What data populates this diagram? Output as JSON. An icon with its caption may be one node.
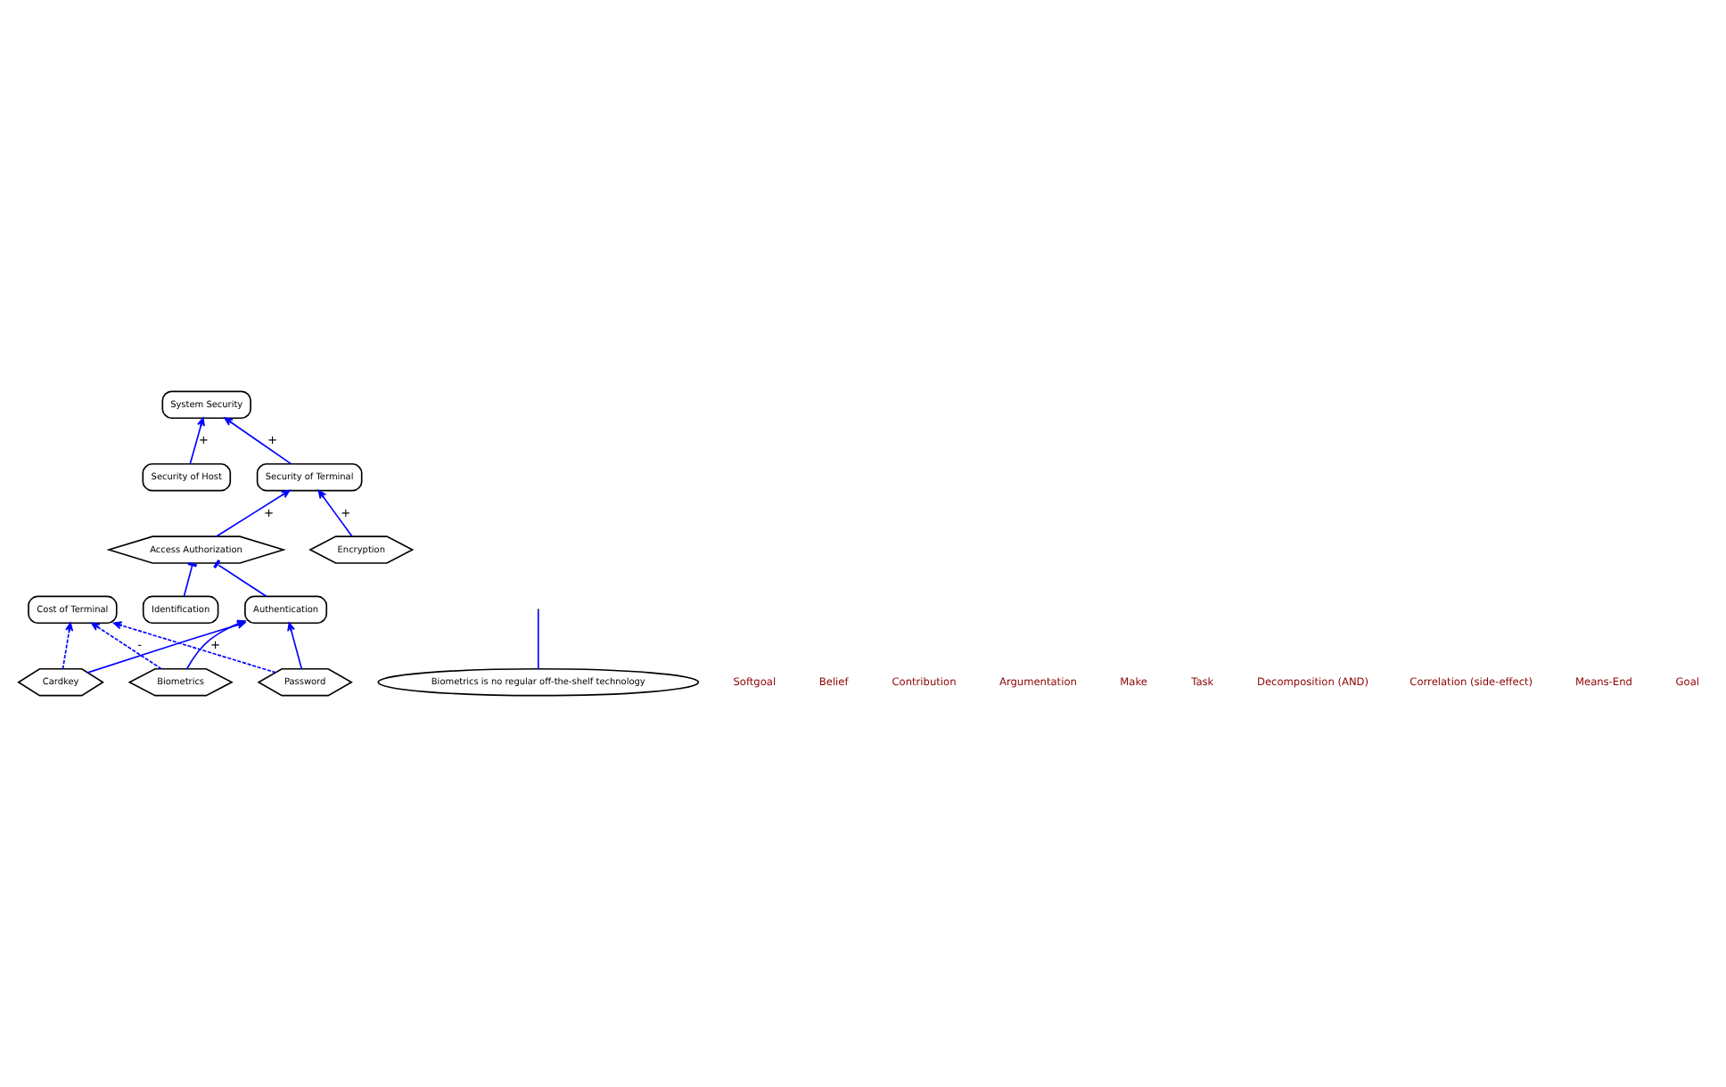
{
  "diagram": {
    "nodes": [
      {
        "text": [
          "System Security"
        ]
      },
      {
        "text": [
          "Security of Host"
        ]
      },
      {
        "text": [
          "Biometrics is no regular off-the-shelf technology"
        ]
      },
      {
        "text": [
          "Security of Terminal"
        ]
      },
      {
        "text": [
          "Access Authorization"
        ]
      },
      {
        "text": [
          "Encryption"
        ]
      },
      {
        "text": [
          "Cost of Terminal"
        ]
      },
      {
        "text": [
          "Authentication"
        ]
      },
      {
        "text": [
          "Identification"
        ]
      },
      {
        "text": [
          "Cardkey"
        ]
      },
      {
        "text": [
          "Password"
        ]
      },
      {
        "text": [
          "Biometrics"
        ]
      }
    ],
    "edges": [
      {
        "from": 3,
        "to": 0,
        "arrow": "to",
        "label": "+"
      },
      {
        "from": 1,
        "to": 0,
        "arrow": "to",
        "label": "+"
      },
      {
        "from": 4,
        "to": 3,
        "arrow": "to",
        "label": "+"
      },
      {
        "from": 5,
        "to": 3,
        "arrow": "to",
        "label": "+"
      },
      {
        "from": 7,
        "to": 4,
        "arrow": "other"
      },
      {
        "from": 8,
        "to": 4,
        "arrow": "other"
      },
      {
        "from": 9,
        "to": 7,
        "arrow": "to"
      },
      {
        "from": 10,
        "to": 7,
        "arrow": "to"
      },
      {
        "from": 11,
        "to": 7,
        "arrow": "to"
      },
      {
        "from": 2,
        "to": null,
        "arrow": "none"
      },
      {
        "from": 9,
        "to": 6,
        "arrow": "to",
        "style": "dashed"
      },
      {
        "from": 10,
        "to": 6,
        "arrow": "to",
        "style": "dashed",
        "label": "+"
      },
      {
        "from": 11,
        "to": 6,
        "arrow": "to",
        "style": "dashed",
        "label": "-"
      }
    ],
    "labels": [
      "Softgoal",
      "Belief",
      "Contribution",
      "Argumentation",
      "Make",
      "Task",
      "Decomposition (AND)",
      "Correlation (side-effect)",
      "Means-End",
      "Goal"
    ]
  }
}
